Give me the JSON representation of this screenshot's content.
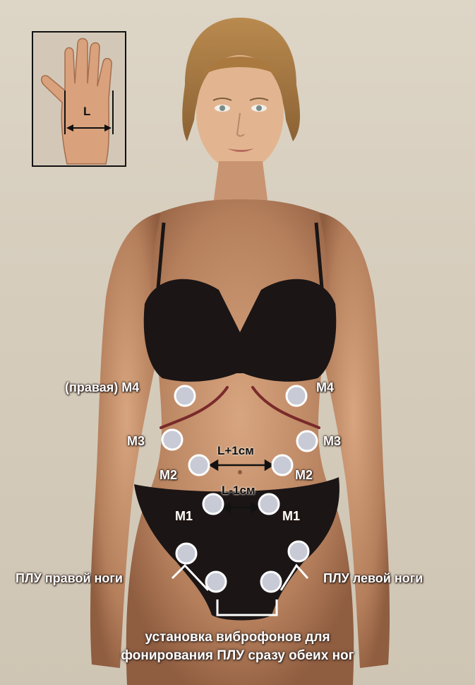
{
  "inset": {
    "hand_label": "L"
  },
  "points": {
    "m4_right": "(правая) М4",
    "m4_left": "М4",
    "m3_right": "М3",
    "m3_left": "М3",
    "m2_right": "М2",
    "m2_left": "М2",
    "m1_right": "М1",
    "m1_left": "М1"
  },
  "distances": {
    "upper": "L+1см",
    "lower": "L-1см"
  },
  "legs": {
    "right": "ПЛУ правой ноги",
    "left": "ПЛУ левой ноги"
  },
  "caption": {
    "line1": "установка виброфонов для",
    "line2": "фонирования ПЛУ сразу обеих ног"
  },
  "colors": {
    "marker_fill": "#c8cbd6",
    "marker_stroke": "#ffffff",
    "rib_line": "#7a2a2a"
  }
}
